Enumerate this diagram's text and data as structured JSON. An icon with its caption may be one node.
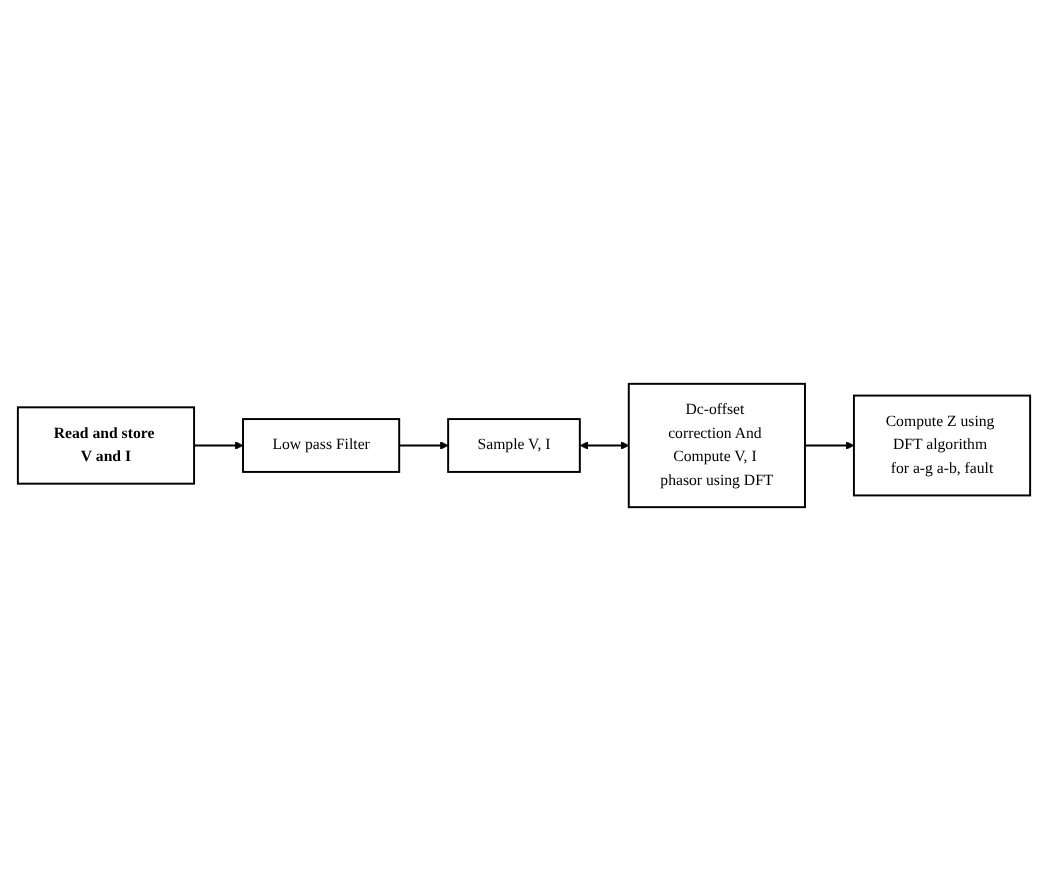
{
  "diagram": {
    "nodes": [
      {
        "text": [
          "Read and store V and I"
        ]
      },
      {
        "text": [
          "Low pass Filter"
        ]
      },
      {
        "text": [
          "Sample V, I"
        ]
      },
      {
        "text": [
          "Dc-offset correction And Compute V, I phasor using DFT"
        ]
      },
      {
        "text": [
          "Compute Z using DFT algorithm for a-g a-b, fault"
        ]
      }
    ],
    "edges": [
      {
        "from": 0,
        "to": 1,
        "arrow": "to"
      },
      {
        "from": 1,
        "to": 2,
        "arrow": "to"
      },
      {
        "from": 2,
        "to": 3,
        "arrow": "both"
      },
      {
        "from": 3,
        "to": 4,
        "arrow": "to"
      }
    ]
  }
}
